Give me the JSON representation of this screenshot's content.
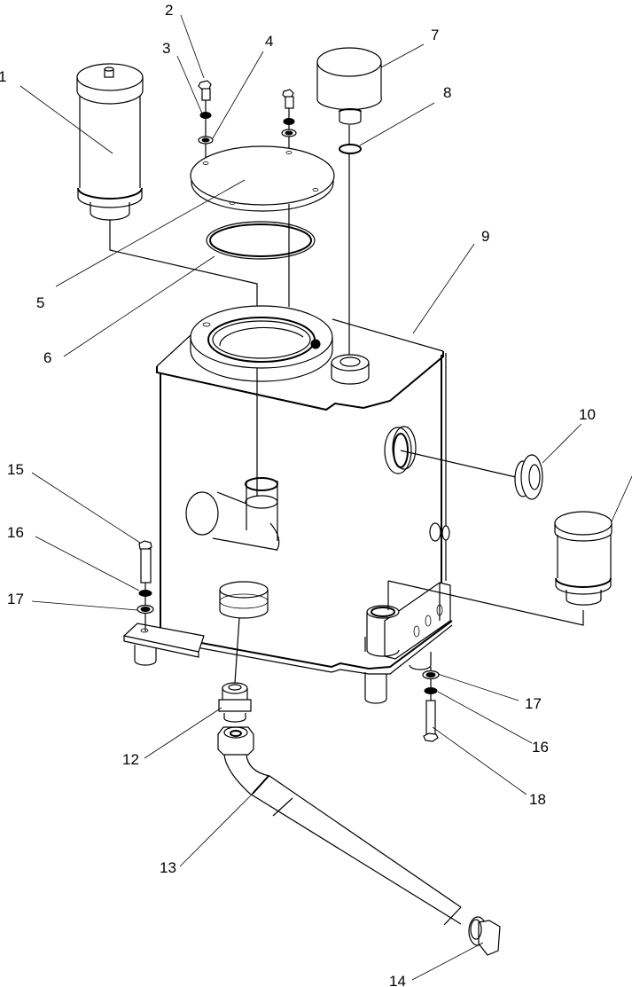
{
  "diagram": {
    "type": "exploded-assembly-drawing",
    "background_color": "#ffffff",
    "line_color": "#000000",
    "callouts": [
      {
        "id": "1",
        "label": "1",
        "part": "filter-cylinder-left"
      },
      {
        "id": "2",
        "label": "2",
        "part": "bolt"
      },
      {
        "id": "3",
        "label": "3",
        "part": "spring-washer"
      },
      {
        "id": "4",
        "label": "4",
        "part": "flat-washer"
      },
      {
        "id": "5",
        "label": "5",
        "part": "cover-plate"
      },
      {
        "id": "6",
        "label": "6",
        "part": "gasket-ring"
      },
      {
        "id": "7",
        "label": "7",
        "part": "breather-cap"
      },
      {
        "id": "8",
        "label": "8",
        "part": "o-ring"
      },
      {
        "id": "9",
        "label": "9",
        "part": "tank-body"
      },
      {
        "id": "10",
        "label": "10",
        "part": "plug"
      },
      {
        "id": "11",
        "label": "",
        "part": "filter-cylinder-right"
      },
      {
        "id": "12",
        "label": "12",
        "part": "adapter-fitting"
      },
      {
        "id": "13",
        "label": "13",
        "part": "hose"
      },
      {
        "id": "14",
        "label": "14",
        "part": "hose-end-nut"
      },
      {
        "id": "15",
        "label": "15",
        "part": "bolt"
      },
      {
        "id": "16",
        "label": "16",
        "part": "spring-washer"
      },
      {
        "id": "17",
        "label": "17",
        "part": "flat-washer"
      },
      {
        "id": "18",
        "label": "18",
        "part": "bolt"
      }
    ],
    "extra_labels": {
      "16b": "16",
      "17b": "17"
    }
  }
}
